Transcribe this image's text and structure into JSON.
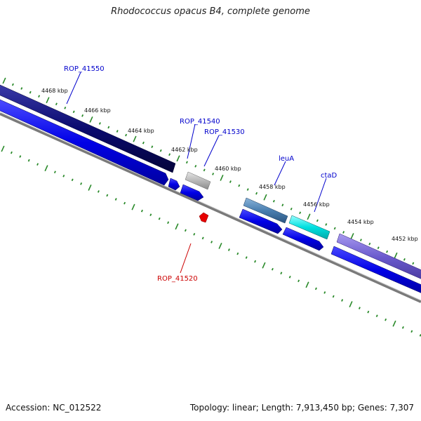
{
  "title": "Rhodococcus opacus B4, complete genome",
  "footer": {
    "accession": "Accession: NC_012522",
    "summary": "Topology: linear; Length: 7,913,450 bp; Genes: 7,307"
  },
  "ticks": [
    {
      "label": "4468 kbp"
    },
    {
      "label": "4466 kbp"
    },
    {
      "label": "4464 kbp"
    },
    {
      "label": "4462 kbp"
    },
    {
      "label": "4460 kbp"
    },
    {
      "label": "4458 kbp"
    },
    {
      "label": "4456 kbp"
    },
    {
      "label": "4454 kbp"
    },
    {
      "label": "4452 kbp"
    }
  ],
  "gene_labels": [
    {
      "name": "ROP_41550",
      "color": "#0000cc"
    },
    {
      "name": "ROP_41540",
      "color": "#0000cc"
    },
    {
      "name": "ROP_41530",
      "color": "#0000cc"
    },
    {
      "name": "leuA",
      "color": "#0000cc"
    },
    {
      "name": "ctaD",
      "color": "#0000cc"
    },
    {
      "name": "ROP_41520",
      "color": "#cc0000"
    }
  ],
  "colors": {
    "gene_dark": "#0a0a6e",
    "gene_blue": "#0000e6",
    "gene_gray": "#b8b8b8",
    "gene_steel": "#4a7fb0",
    "gene_cyan": "#00e0e0",
    "gene_purple": "#6a5acd",
    "gene_red": "#e60000",
    "backbone": "#7a7a7a",
    "tick": "#2a8a2a"
  }
}
